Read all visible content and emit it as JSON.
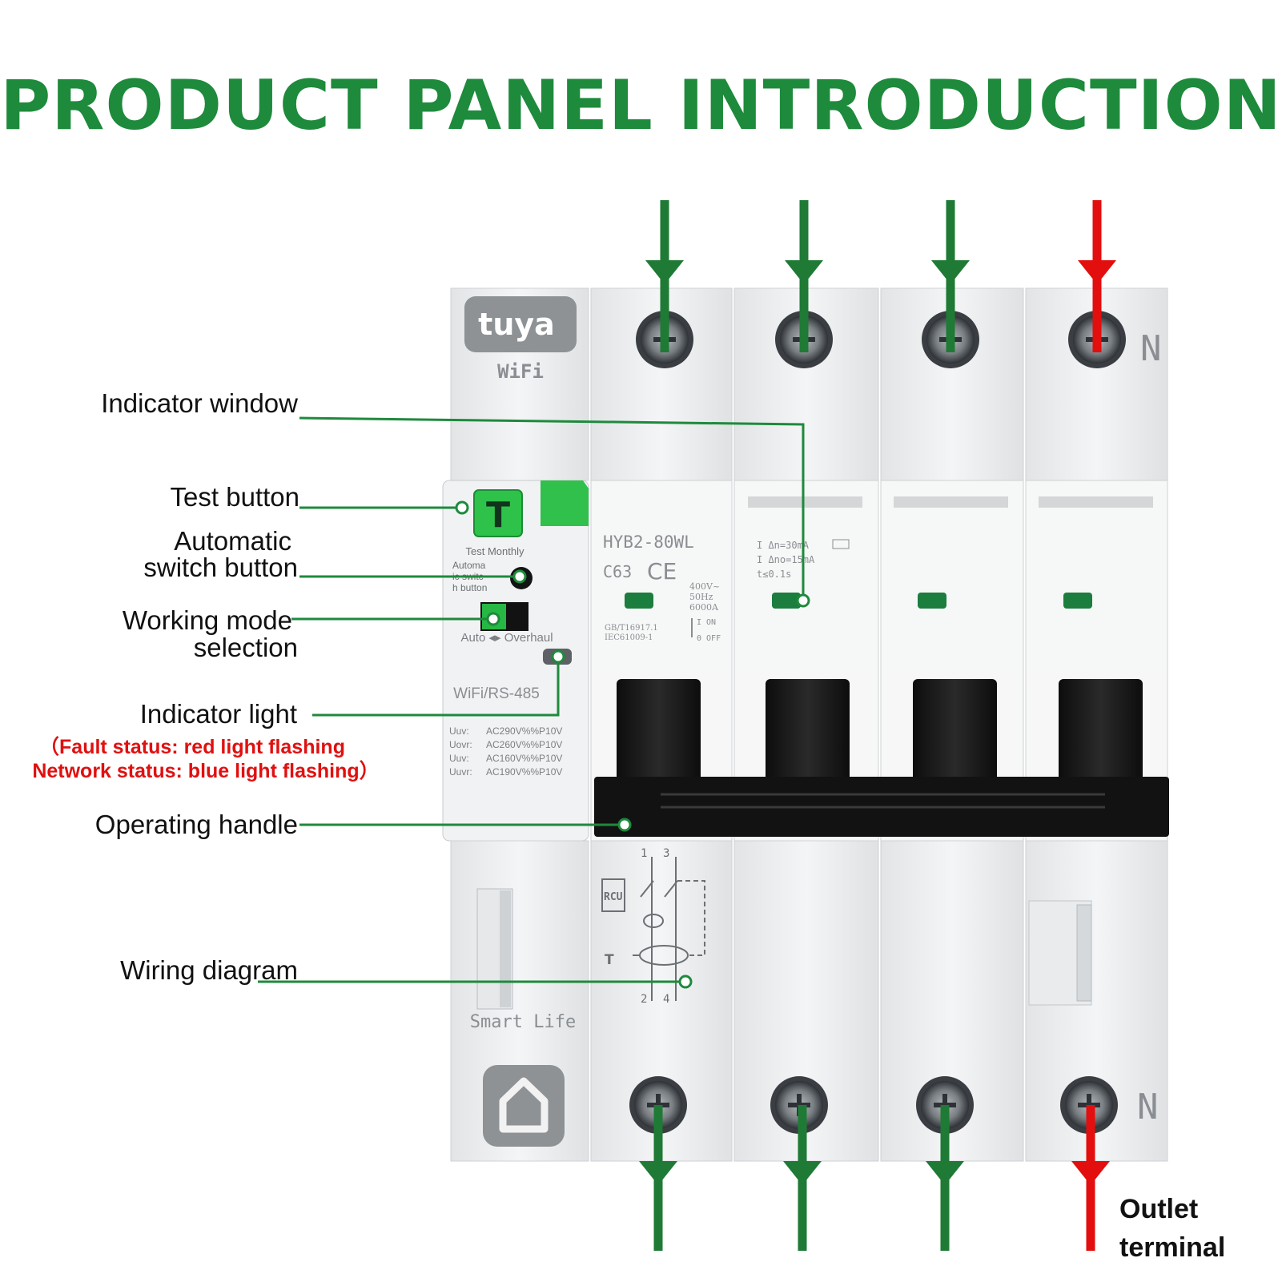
{
  "title": "PRODUCT PANEL INTRODUCTION",
  "colors": {
    "title": "#1e8a3c",
    "leader": "#1e8a3c",
    "arrow_green": "#1e7a35",
    "arrow_red": "#e30e0e",
    "status_text": "#e01010"
  },
  "labels": {
    "indicator_window": "Indicator window",
    "test_button": "Test button",
    "auto_switch_line1": "Automatic",
    "auto_switch_line2": "switch button",
    "working_mode_line1": "Working mode",
    "working_mode_line2": "selection",
    "indicator_light": "Indicator light",
    "fault_status": "（Fault status: red light flashing",
    "network_status": "Network status: blue light flashing）",
    "operating_handle": "Operating handle",
    "wiring_diagram": "Wiring diagram",
    "outlet_line1": "Outlet",
    "outlet_line2": "terminal"
  },
  "device": {
    "brand": "tuya",
    "brand_sub": "WiFi",
    "test_key": "T",
    "test_monthly": "Test Monthly",
    "auto_text_1": "Automa",
    "auto_text_2": "ic switc",
    "auto_text_3": "h button",
    "mode_text": "Auto ◂▸ Overhaul",
    "comm": "WiFi/RS-485",
    "specs": [
      {
        "k": "Uuv:",
        "v": "AC290V%%P10V"
      },
      {
        "k": "Uovr:",
        "v": "AC260V%%P10V"
      },
      {
        "k": "Uuv:",
        "v": "AC160V%%P10V"
      },
      {
        "k": "Uuvr:",
        "v": "AC190V%%P10V"
      }
    ],
    "model": "HYB2-80WL",
    "rating": "C63",
    "ce": "CE",
    "volt_1": "400V~",
    "volt_2": "50Hz",
    "volt_3": "6000A",
    "std_1": "GB/T16917.1",
    "std_2": "IEC61009-1",
    "on_label": "I ON",
    "off_label": "0 OFF",
    "rcd_1": "I Δn=30mA",
    "rcd_2": "I Δno=15mA",
    "rcd_3": "t≤0.1s",
    "neutral": "N",
    "rcu": "RCU",
    "ti": "T",
    "pin_1": "1",
    "pin_3": "3",
    "pin_2": "2",
    "pin_4": "4",
    "smart_life": "Smart Life"
  }
}
